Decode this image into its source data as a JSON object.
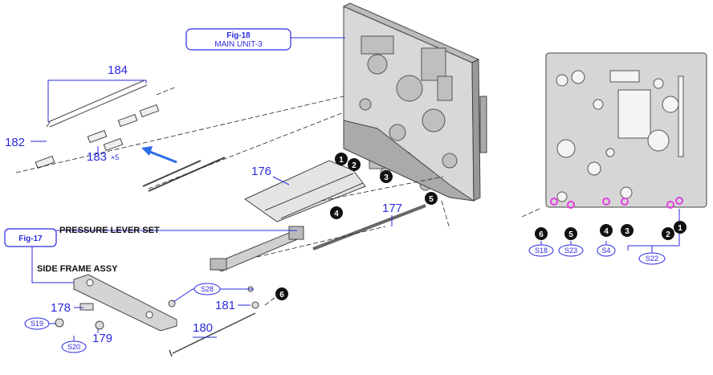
{
  "figure_refs": {
    "fig18": {
      "title": "Fig-18",
      "subtitle": "MAIN UNIT-3"
    },
    "fig17": {
      "title": "Fig-17"
    }
  },
  "assembly_labels": {
    "pressure_lever_set": "PRESSURE LEVER SET",
    "side_frame_assy": "SIDE FRAME ASSY"
  },
  "part_numbers": {
    "p176": "176",
    "p177": "177",
    "p178": "178",
    "p179": "179",
    "p180": "180",
    "p181": "181",
    "p182": "182",
    "p183": "183",
    "p183_qty": "×5",
    "p184": "184"
  },
  "screws": {
    "s19": "S19",
    "s20": "S20",
    "s28": "S28",
    "s18": "S18",
    "s23": "S23",
    "s4": "S4",
    "s22": "S22"
  },
  "callouts": [
    "1",
    "2",
    "3",
    "4",
    "5",
    "6"
  ],
  "colors": {
    "accent": "#2a2ae0",
    "marker": "#e040e0",
    "line": "#111111"
  }
}
